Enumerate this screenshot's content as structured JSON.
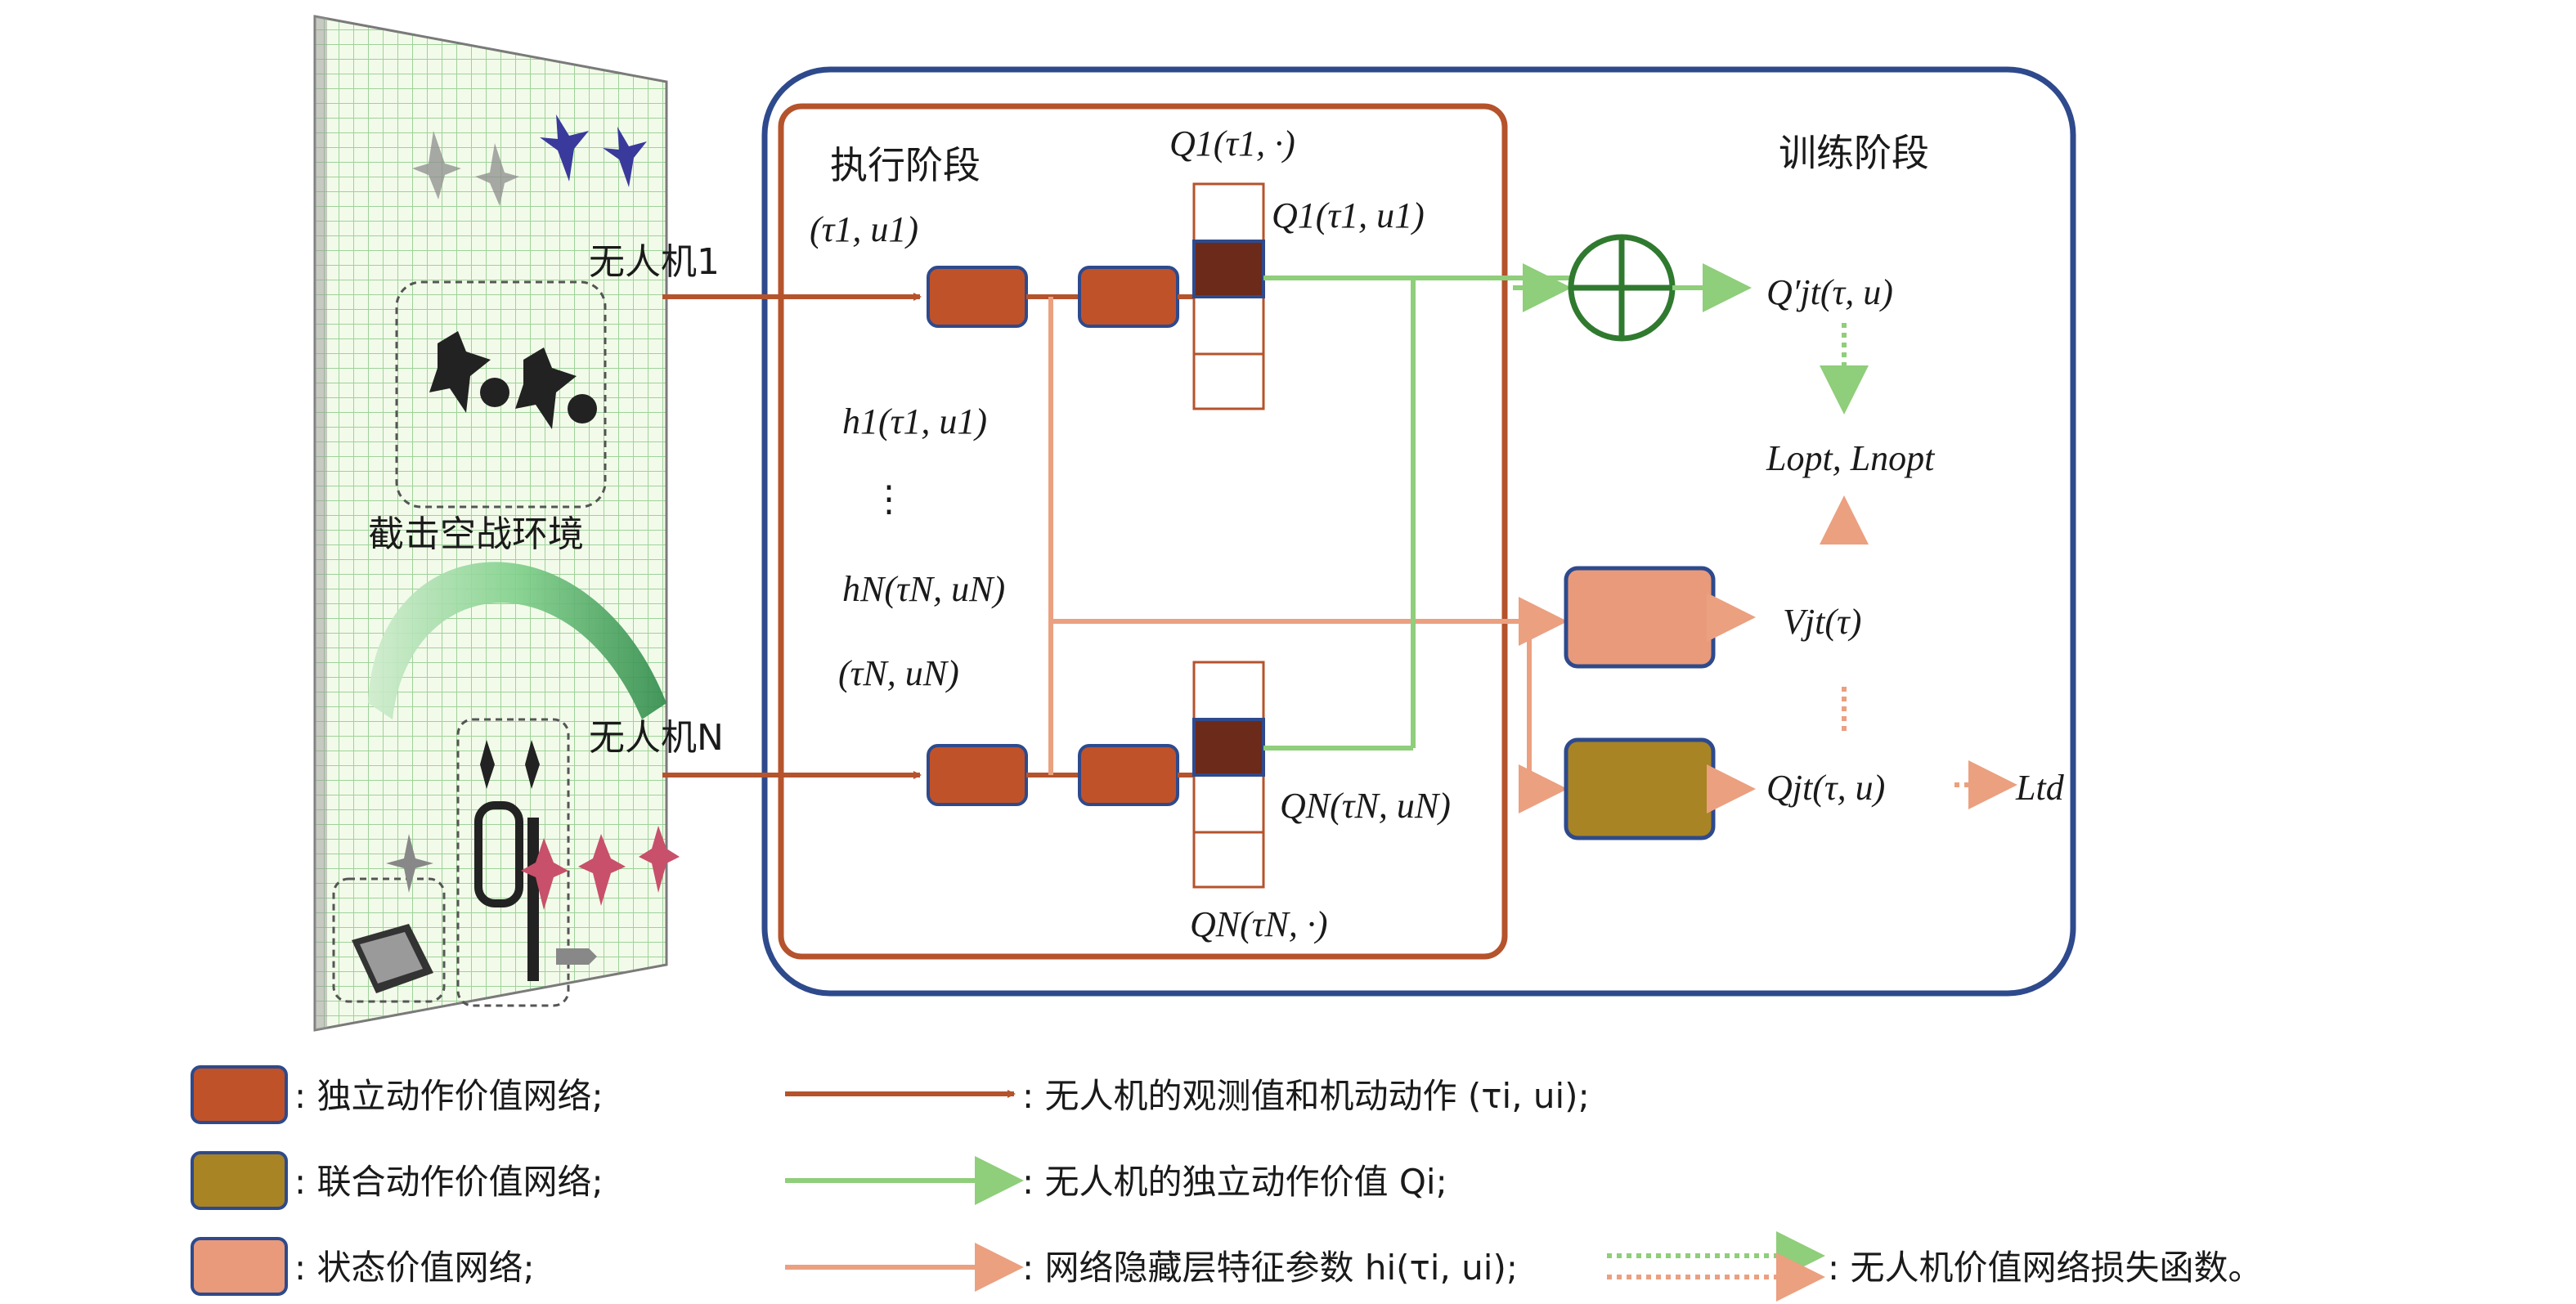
{
  "environment": {
    "label": "截击空战环境"
  },
  "agents": {
    "uav1": "无人机1",
    "uavN": "无人机N"
  },
  "phases": {
    "execution": "执行阶段",
    "training": "训练阶段"
  },
  "math": {
    "q1_all": "Q1(τ1, ·)",
    "q1_sel": "Q1(τ1, u1)",
    "obs1": "(τ1, u1)",
    "h1": "h1(τ1, u1)",
    "vdots": "⋮",
    "hN": "hN(τN, uN)",
    "obsN": "(τN, uN)",
    "qN_sel": "QN(τN, uN)",
    "qN_all": "QN(τN, ·)",
    "qjt_prime": "Q′jt(τ, u)",
    "loss_opt": "Lopt, Lnopt",
    "vjt": "Vjt(τ)",
    "qjt": "Qjt(τ, u)",
    "ltd": "Ltd"
  },
  "legend": {
    "independent_net": ": 独立动作价值网络;",
    "joint_net": ": 联合动作价值网络;",
    "state_net": ": 状态价值网络;",
    "obs_arrow": ": 无人机的观测值和机动动作 (τi, ui);",
    "q_arrow": ": 无人机的独立动作价值 Qi;",
    "hidden_arrow": ": 网络隐藏层特征参数 hi(τi, ui);",
    "loss_arrow": ": 无人机价值网络损失函数。"
  },
  "colors": {
    "training_border": "#2e4a8c",
    "execution_border": "#b5532c",
    "independent_net": "#c0522a",
    "joint_net": "#a88424",
    "state_net": "#e99a7a",
    "obs_arrow": "#b5532c",
    "q_arrow": "#8fce7a",
    "hidden_arrow": "#eba080",
    "mixer": "#2f7a2f",
    "q_selected": "#6b2a1a"
  }
}
